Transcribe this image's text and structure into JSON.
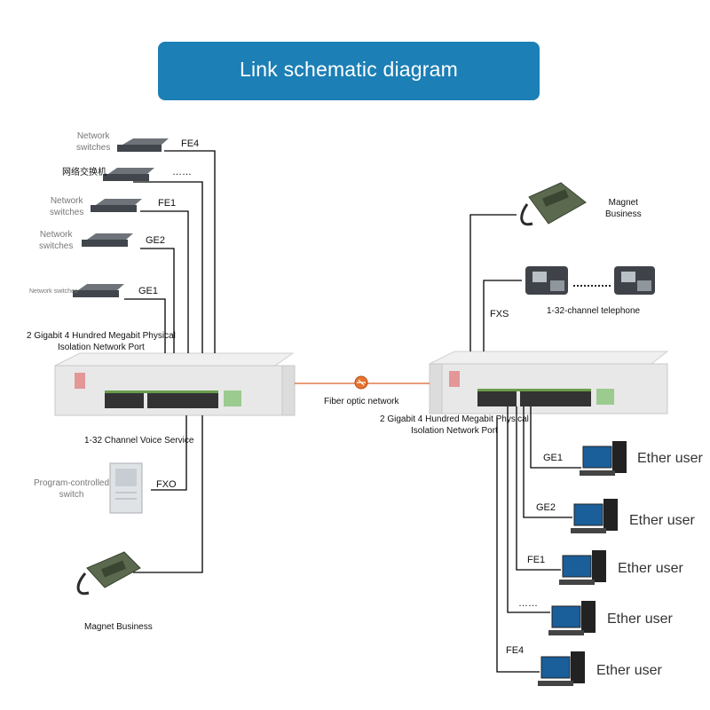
{
  "title": "Link schematic diagram",
  "left": {
    "switches": [
      {
        "label": "Network\nswitches",
        "port": "FE4"
      },
      {
        "label": "网络交换机",
        "port": "……"
      },
      {
        "label": "Network\nswitches",
        "port": "FE1"
      },
      {
        "label": "Network\nswitches",
        "port": "GE2"
      },
      {
        "label": "Network switches",
        "port": "GE1"
      }
    ],
    "device_label": "2 Gigabit 4 Hundred Megabit Physical\nIsolation Network Port",
    "voice_label": "1-32 Channel Voice Service",
    "pbx_label": "Program-controlled\nswitch",
    "fxo": "FXO",
    "magnet_label": "Magnet Business"
  },
  "link_label": "Fiber optic network",
  "right": {
    "magnet_label": "Magnet\nBusiness",
    "phone_label": "1-32-channel telephone",
    "fxs": "FXS",
    "device_label": "2 Gigabit 4 Hundred Megabit Physical\nIsolation Network Port",
    "users": [
      {
        "port": "GE1",
        "label": "Ether user"
      },
      {
        "port": "GE2",
        "label": "Ether user"
      },
      {
        "port": "FE1",
        "label": "Ether user"
      },
      {
        "port": "……",
        "label": "Ether user"
      },
      {
        "port": "FE4",
        "label": "Ether user"
      }
    ]
  },
  "colors": {
    "banner": "#1c7fb5",
    "chassis": "#e6e6e6",
    "line": "#000000",
    "fiber": "#d9622b"
  }
}
